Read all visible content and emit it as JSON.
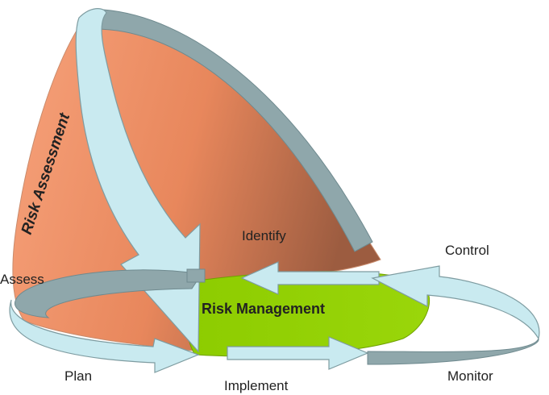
{
  "labels": {
    "risk_assessment": "Risk Assessment",
    "risk_management": "Risk Management",
    "identify": "Identify",
    "assess": "Assess",
    "plan": "Plan",
    "implement": "Implement",
    "control": "Control",
    "monitor": "Monitor"
  },
  "colors": {
    "cone_light": "#f6a27d",
    "cone_dark": "#9a5a3e",
    "management_fill": "#8fce00",
    "arrow_fill": "#c9eaf0",
    "arrow_side": "#8fa7ab"
  }
}
